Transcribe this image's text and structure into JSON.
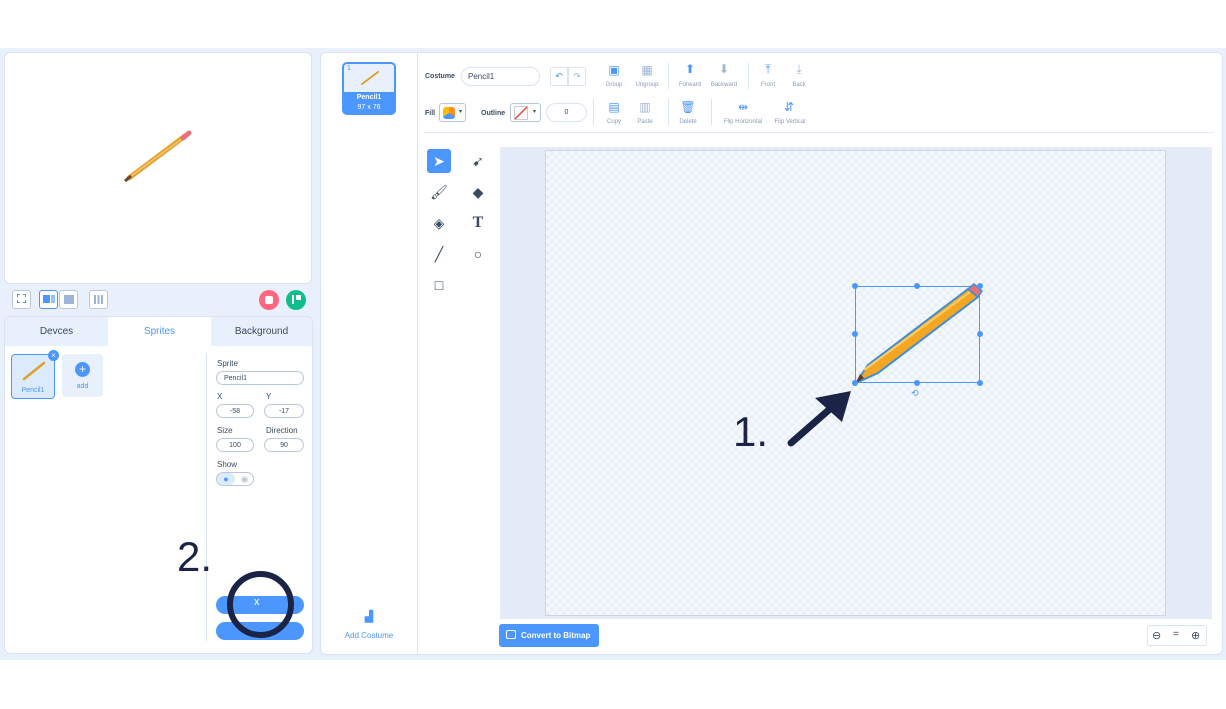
{
  "sprite_tabs": [
    "Devces",
    "Sprites",
    "Background"
  ],
  "sprite_list": [
    {
      "name": "Pencil1"
    },
    {
      "name": "add"
    }
  ],
  "sprite_props": {
    "sprite_label": "Sprite",
    "sprite_name": "Pencil1",
    "x_label": "X",
    "x_value": "-58",
    "y_label": "Y",
    "y_value": "-17",
    "size_label": "Size",
    "size_value": "100",
    "direction_label": "Direction",
    "direction_value": "90",
    "show_label": "Show"
  },
  "costume": {
    "number": "1",
    "name": "Pencil1",
    "size": "97 x 76",
    "add_label": "Add Costume"
  },
  "toolbar": {
    "costume_label": "Costume",
    "costume_name": "Pencil1",
    "fill_label": "Fill",
    "outline_label": "Outline",
    "outline_width": "0",
    "group": "Group",
    "ungroup": "Ungroup",
    "forward": "Forward",
    "backward": "Backward",
    "front": "Front",
    "back": "Back",
    "copy": "Copy",
    "paste": "Paste",
    "delete": "Delete",
    "flip_h": "Flip Horizontal",
    "flip_v": "Flip Vertical"
  },
  "convert_label": "Convert to Bitmap",
  "zoom_reset": "=",
  "annotations": {
    "step1": "1.",
    "step2": "2."
  },
  "bottom_button": "x",
  "colors": {
    "accent": "#4c97ff",
    "stop": "#ff6680",
    "go": "#0fbd8c",
    "annotation": "#1b2447",
    "pencil": "#f5a623"
  }
}
